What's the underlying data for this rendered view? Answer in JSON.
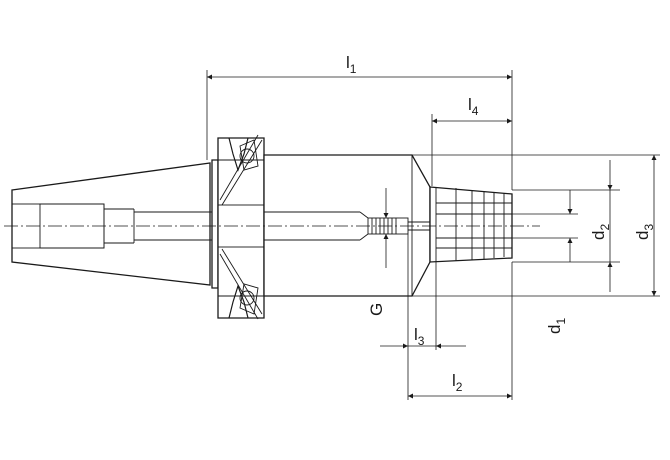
{
  "labels": {
    "l1": {
      "main": "l",
      "sub": "1"
    },
    "l2": {
      "main": "l",
      "sub": "2"
    },
    "l3": {
      "main": "l",
      "sub": "3"
    },
    "l4": {
      "main": "l",
      "sub": "4"
    },
    "d1": {
      "main": "d",
      "sub": "1"
    },
    "d2": {
      "main": "d",
      "sub": "2"
    },
    "d3": {
      "main": "d",
      "sub": "3"
    },
    "G": "G"
  }
}
